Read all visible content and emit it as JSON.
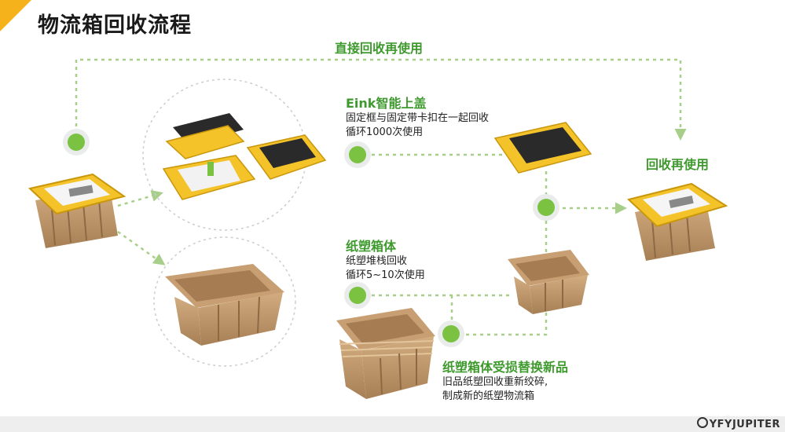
{
  "title": "物流箱回收流程",
  "top_label": "直接回收再使用",
  "right_label": "回收再使用",
  "eink": {
    "heading": "Eink智能上盖",
    "line1": "固定框与固定带卡扣在一起回收",
    "line2": "循环1000次使用"
  },
  "paper_box": {
    "heading": "纸塑箱体",
    "line1": "纸塑堆栈回收",
    "line2": "循环5~10次使用"
  },
  "damaged": {
    "heading": "纸塑箱体受损替换新品",
    "line1": "旧品纸塑回收重新绞碎,",
    "line2": "制成新的纸塑物流箱"
  },
  "brand": "YFYJUPITER",
  "colors": {
    "accent": "#f5b21b",
    "green": "#3f9a2e",
    "dot": "#7cc242",
    "line": "#a8cf8a"
  }
}
